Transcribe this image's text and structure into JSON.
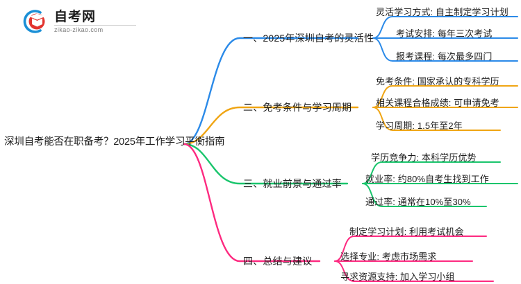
{
  "logo": {
    "name_cn": "自考网",
    "name_en": "zikao-zikao.com",
    "mark": "graduation-cap-logo",
    "arc_color": "#1a8fd6",
    "cap_color": "#e2342f"
  },
  "mindmap": {
    "central_topic": "深圳自考能否在职备考？2025年工作学习平衡指南",
    "branches": [
      {
        "id": "branch-1",
        "label": "一、2025年深圳自考的灵活性",
        "color": "#2b8ae8",
        "children": [
          "灵活学习方式: 自主制定学习计划",
          "考试安排: 每年三次考试",
          "报考课程: 每次最多四门"
        ]
      },
      {
        "id": "branch-2",
        "label": "二、免考条件与学习周期",
        "color": "#f0a513",
        "children": [
          "免考条件: 国家承认的专科学历",
          "相关课程合格成绩: 可申请免考",
          "学习周期: 1.5年至2年"
        ]
      },
      {
        "id": "branch-3",
        "label": "三、就业前景与通过率",
        "color": "#19c56c",
        "children": [
          "学历竞争力: 本科学历优势",
          "就业率: 约80%自考生找到工作",
          "通过率: 通常在10%至30%"
        ]
      },
      {
        "id": "branch-4",
        "label": "四、总结与建议",
        "color": "#fd2a80",
        "children": [
          "制定学习计划: 利用考试机会",
          "选择专业: 考虑市场需求",
          "寻求资源支持: 加入学习小组"
        ]
      }
    ]
  }
}
